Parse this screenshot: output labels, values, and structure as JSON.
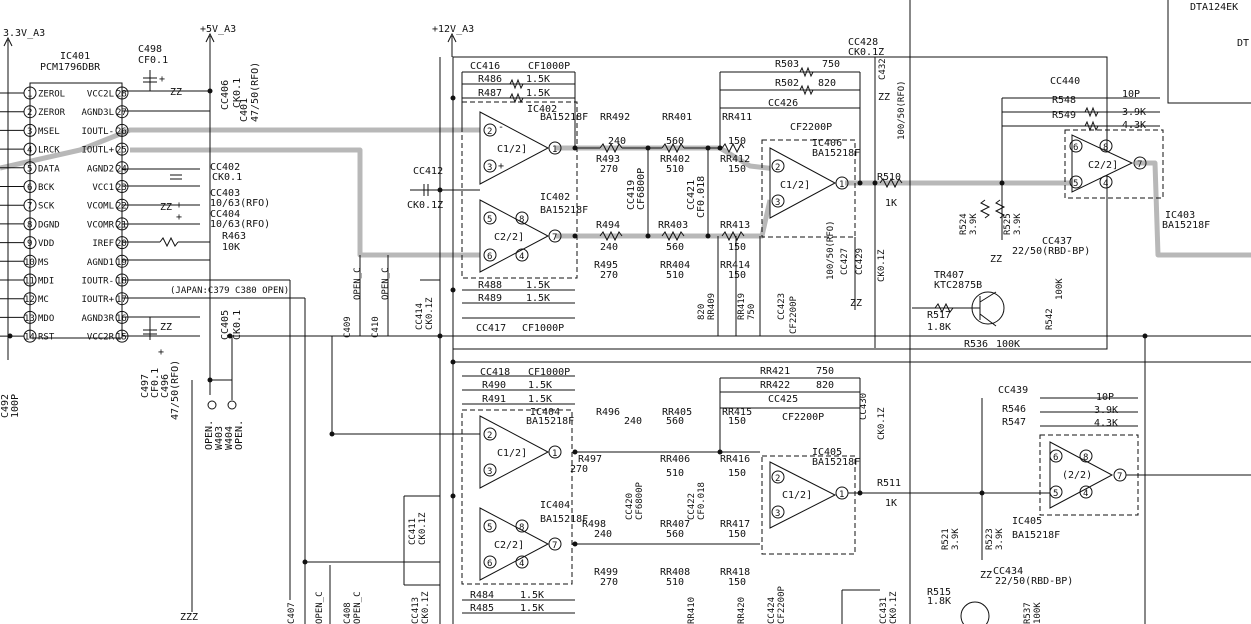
{
  "ic": {
    "ref": "IC401",
    "part": "PCM1796DBR",
    "left_pins": [
      {
        "num": "1",
        "name": "ZEROL"
      },
      {
        "num": "2",
        "name": "ZEROR"
      },
      {
        "num": "3",
        "name": "MSEL"
      },
      {
        "num": "4",
        "name": "LRCK"
      },
      {
        "num": "5",
        "name": "DATA"
      },
      {
        "num": "6",
        "name": "BCK"
      },
      {
        "num": "7",
        "name": "SCK"
      },
      {
        "num": "8",
        "name": "DGND"
      },
      {
        "num": "9",
        "name": "VDD"
      },
      {
        "num": "10",
        "name": "MS"
      },
      {
        "num": "11",
        "name": "MDI"
      },
      {
        "num": "12",
        "name": "MC"
      },
      {
        "num": "13",
        "name": "MDO"
      },
      {
        "num": "14",
        "name": "RST"
      }
    ],
    "right_pins": [
      {
        "num": "28",
        "name": "VCC2L"
      },
      {
        "num": "27",
        "name": "AGND3L"
      },
      {
        "num": "26",
        "name": "IOUTL-"
      },
      {
        "num": "25",
        "name": "IOUTL+"
      },
      {
        "num": "24",
        "name": "AGND2"
      },
      {
        "num": "23",
        "name": "VCC1"
      },
      {
        "num": "22",
        "name": "VCOML"
      },
      {
        "num": "21",
        "name": "VCOMR"
      },
      {
        "num": "20",
        "name": "IREF"
      },
      {
        "num": "19",
        "name": "AGND1"
      },
      {
        "num": "18",
        "name": "IOUTR-"
      },
      {
        "num": "17",
        "name": "IOUTR+"
      },
      {
        "num": "16",
        "name": "AGND3R"
      },
      {
        "num": "15",
        "name": "VCC2R"
      }
    ]
  },
  "rails": {
    "v33": "3.3V_A3",
    "v5": "+5V_A3",
    "v12": "+12V_A3"
  },
  "chip_label": "DTA124EK",
  "chip_label2": "DT",
  "japan_note": "(JAPAN:C379 C380 OPEN)",
  "opamps": {
    "ic402": {
      "ref": "IC402",
      "part": "BA15218F",
      "ch_a": "C1/2]",
      "ch_b": "C2/2]"
    },
    "ic406": {
      "ref": "IC406",
      "part": "BA15218F",
      "ch": "C1/2]"
    },
    "ic403": {
      "ref": "IC403",
      "part": "BA15218F",
      "ch": "C2/2]"
    },
    "ic404": {
      "ref": "IC404",
      "part": "BA15218F",
      "ch_a": "C1/2]",
      "ch_b": "C2/2]"
    },
    "ic405a": {
      "ref": "IC405",
      "part": "BA15218F",
      "ch": "C1/2]"
    },
    "ic405b": {
      "ref": "IC405",
      "part": "BA15218F",
      "ch": "(2/2)"
    }
  },
  "transistors": {
    "tr407": {
      "ref": "TR407",
      "part": "KTC2875B"
    }
  },
  "labels": {
    "c498": "C498",
    "c498v": "CF0.1",
    "cc406": "CC406",
    "cc406v": "CK0.1",
    "c401": "C401",
    "c401v": "47/50(RFO)",
    "cc402": "CC402",
    "cc402v": "CK0.1",
    "cc403": "CC403",
    "cc403v": "10/63(RFO)",
    "cc404": "CC404",
    "cc404v": "10/63(RFO)",
    "r463": "R463",
    "r463v": "10K",
    "c497": "C497",
    "c497v": "CF0.1",
    "c496": "C496",
    "c496v": "47/50(RFO)",
    "cc405": "CC405",
    "cc405v": "CK0.1",
    "w403": "W403",
    "w404": "W404",
    "open1": "OPEN.",
    "open2": "OPEN.",
    "c492": "C492",
    "c492v": "100P",
    "cc416": "CC416",
    "cc416v": "CF1000P",
    "r486": "R486",
    "r486v": "1.5K",
    "r487": "R487",
    "r487v": "1.5K",
    "rr492": "RR492",
    "rr401": "RR401",
    "rr411": "RR411",
    "r493": "R493",
    "r493v": "270",
    "rr402": "RR402",
    "rr402v": "510",
    "rr412": "RR412",
    "rr412v": "150",
    "cc419": "CC419",
    "cc419v": "CF6800P",
    "cc421": "CC421",
    "cc421v": "CF0.018",
    "cc412": "CC412",
    "cc412v": "CK0.1Z",
    "r494": "R494",
    "r494v": "240",
    "rr403": "RR403",
    "rr403v": "560",
    "rr413": "RR413",
    "rr413v": "150",
    "r495": "R495",
    "r495v": "270",
    "rr404": "RR404",
    "rr404v": "510",
    "rr414": "RR414",
    "rr414v": "150",
    "r488": "R488",
    "r488v": "1.5K",
    "r489": "R489",
    "r489v": "1.5K",
    "cc417": "CC417",
    "cc417v": "CF1000P",
    "c409": "C409",
    "c409v": "OPEN_C",
    "c410": "C410",
    "c410v": "OPEN_C",
    "cc414": "CC414",
    "cc414v": "CK0.1Z",
    "r492v": "240",
    "rr401v": "560",
    "rr411v": "150",
    "rr409": "RR409",
    "rr409v": "820",
    "rr419": "RR419",
    "rr419v": "750",
    "cc423": "CC423",
    "cc423v": "CF2200P",
    "r503": "R503",
    "r503v": "750",
    "r502": "R502",
    "r502v": "820",
    "cc426": "CC426",
    "cc426v": "CF2200P",
    "cc428": "CC428",
    "cc428v": "CK0.1Z",
    "c432": "C432",
    "c432v": "100/50(RFO)",
    "cc427": "CC427",
    "cc427v": "100/50(RFO)",
    "cc429": "CC429",
    "cc429v": "CK0.1Z",
    "r510": "R510",
    "r510v": "1K",
    "cc440": "CC440",
    "cc440v": "10P",
    "r548": "R548",
    "r548v": "3.9K",
    "r549": "R549",
    "r549v": "4.3K",
    "r524": "R524",
    "r524v": "3.9K",
    "r525": "R525",
    "r525v": "3.9K",
    "cc437": "CC437",
    "cc437v": "22/50(RBD-BP)",
    "r517": "R517",
    "r517v": "1.8K",
    "r542": "R542",
    "r542v": "100K",
    "r536": "R536",
    "r536v": "100K",
    "cc418": "CC418",
    "cc418v": "CF1000P",
    "r490": "R490",
    "r490v": "1.5K",
    "r491": "R491",
    "r491v": "1.5K",
    "r496": "R496",
    "r496v": "240",
    "rr405": "RR405",
    "rr405v": "560",
    "rr415": "RR415",
    "rr415v": "150",
    "r497": "R497",
    "r497v": "270",
    "rr406": "RR406",
    "rr406v": "510",
    "rr416": "RR416",
    "rr416v": "150",
    "cc420": "CC420",
    "cc420v": "CF6800P",
    "cc422": "CC422",
    "cc422v": "CF0.018",
    "rr421": "RR421",
    "rr421v": "750",
    "rr422": "RR422",
    "rr422v": "820",
    "cc425": "CC425",
    "cc425v": "CF2200P",
    "cc430": "CC430",
    "cc430v": "CK0.1Z",
    "r511": "R511",
    "r511v": "1K",
    "cc439": "CC439",
    "cc439v": "10P",
    "r546": "R546",
    "r546v": "3.9K",
    "r547": "R547",
    "r547v": "4.3K",
    "r521": "R521",
    "r521v": "3.9K",
    "r523": "R523",
    "r523v": "3.9K",
    "cc434": "CC434",
    "cc434v": "22/50(RBD-BP)",
    "r515": "R515",
    "r515v": "1.8K",
    "r537": "R537",
    "r537v": "100K",
    "cc411": "CC411",
    "cc411v": "CK0.1Z",
    "r498": "R498",
    "r498v": "240",
    "rr407": "RR407",
    "rr407v": "560",
    "rr417": "RR417",
    "rr417v": "150",
    "r499": "R499",
    "r499v": "270",
    "rr408": "RR408",
    "rr408v": "510",
    "rr418": "RR418",
    "rr418v": "150",
    "r484": "R484",
    "r484v": "1.5K",
    "r485": "R485",
    "r485v": "1.5K",
    "cc413": "CC413",
    "cc413v": "CK0.1Z",
    "c407": "C407",
    "c407v": "OPEN_C",
    "c408": "C408",
    "c408v": "OPEN_C",
    "rr410": "RR410",
    "rr420": "RR420",
    "cc424": "CC424",
    "cc424v": "CF2200P",
    "cc431": "CC431",
    "cc431v": "CK0.1Z"
  }
}
